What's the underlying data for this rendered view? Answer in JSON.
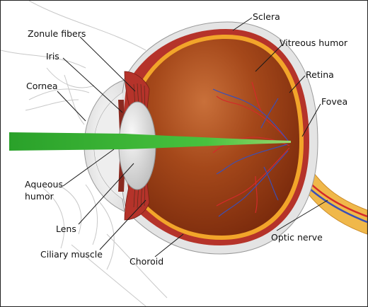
{
  "labels": {
    "sclera": "Sclera",
    "zonule_fibers": "Zonule fibers",
    "vitreous_humor": "Vitreous humor",
    "iris": "Iris",
    "retina": "Retina",
    "cornea": "Cornea",
    "fovea": "Fovea",
    "aqueous_humor_line1": "Aqueous",
    "aqueous_humor_line2": "humor",
    "lens": "Lens",
    "optic_nerve": "Optic nerve",
    "ciliary_muscle": "Ciliary muscle",
    "choroid": "Choroid"
  },
  "colors": {
    "sclera": "#e4e4e4",
    "choroid": "#b5332a",
    "retina": "#f2a52a",
    "vitreous": "#9c3f14",
    "lens": "#d8d8d8",
    "light_beam": "#3db93a",
    "artery": "#d42a2a",
    "vein": "#3a4fb8",
    "optic_nerve": "#f0b84a"
  },
  "icons": [
    "eye-cross-section-illustration",
    "light-beam"
  ]
}
